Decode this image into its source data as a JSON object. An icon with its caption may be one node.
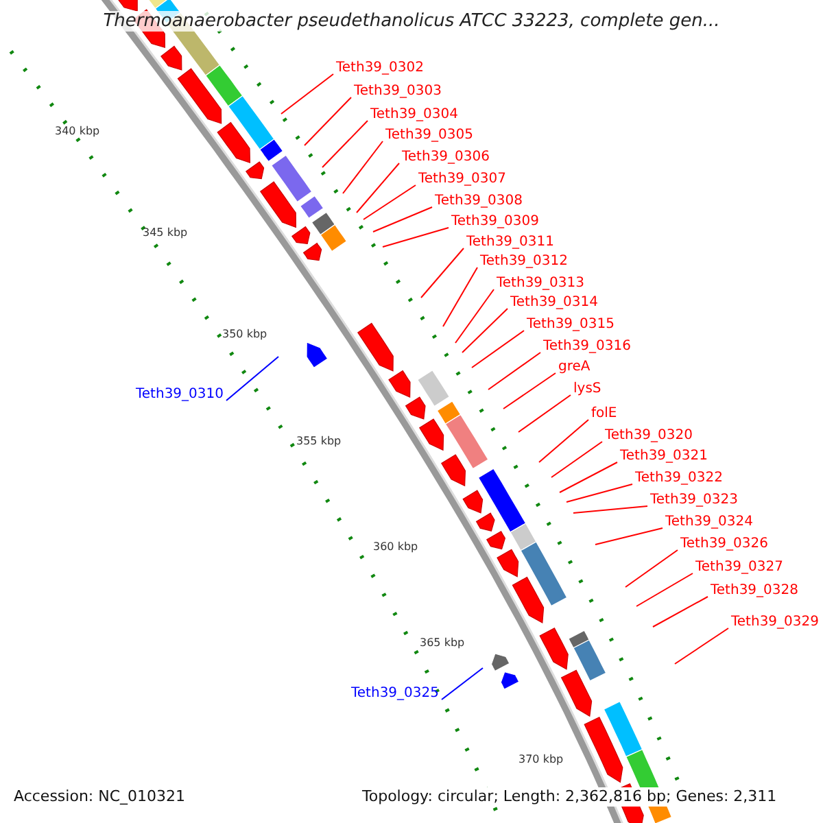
{
  "diagram": {
    "title": "Thermoanaerobacter pseudethanolicus ATCC 33223, complete gen...",
    "nodes": [
      {
        "text": [
          "Teth39_0302"
        ]
      },
      {
        "text": [
          "Teth39_0303"
        ]
      },
      {
        "text": [
          "Teth39_0304"
        ]
      },
      {
        "text": [
          "Teth39_0305"
        ]
      },
      {
        "text": [
          "Teth39_0306"
        ]
      },
      {
        "text": [
          "Teth39_0307"
        ]
      },
      {
        "text": [
          "Teth39_0308"
        ]
      },
      {
        "text": [
          "Teth39_0309"
        ]
      },
      {
        "text": [
          "Teth39_0311"
        ]
      },
      {
        "text": [
          "Teth39_0312"
        ]
      },
      {
        "text": [
          "Teth39_0313"
        ]
      },
      {
        "text": [
          "Teth39_0314"
        ]
      },
      {
        "text": [
          "Teth39_0315"
        ]
      },
      {
        "text": [
          "Teth39_0316"
        ]
      },
      {
        "text": [
          "greA"
        ]
      },
      {
        "text": [
          "lysS"
        ]
      },
      {
        "text": [
          "Teth39_0310"
        ]
      },
      {
        "text": [
          "folE"
        ]
      },
      {
        "text": [
          "Teth39_0320"
        ]
      },
      {
        "text": [
          "Teth39_0321"
        ]
      },
      {
        "text": [
          "Teth39_0322"
        ]
      },
      {
        "text": [
          "Teth39_0323"
        ]
      },
      {
        "text": [
          "Teth39_0324"
        ]
      },
      {
        "text": [
          "Teth39_0326"
        ]
      },
      {
        "text": [
          "Teth39_0327"
        ]
      },
      {
        "text": [
          "Teth39_0328"
        ]
      },
      {
        "text": [
          "Teth39_0329"
        ]
      },
      {
        "text": [
          "Teth39_0325"
        ]
      }
    ],
    "edges": [
      {
        "from": 0,
        "to": null,
        "arrow": "none"
      },
      {
        "from": 1,
        "to": null,
        "arrow": "none"
      },
      {
        "from": 2,
        "to": null,
        "arrow": "none"
      },
      {
        "from": 3,
        "to": null,
        "arrow": "none"
      },
      {
        "from": 4,
        "to": null,
        "arrow": "none"
      },
      {
        "from": 5,
        "to": null,
        "arrow": "none"
      },
      {
        "from": 6,
        "to": null,
        "arrow": "none"
      },
      {
        "from": 7,
        "to": null,
        "arrow": "none"
      },
      {
        "from": 8,
        "to": null,
        "arrow": "none"
      },
      {
        "from": 9,
        "to": null,
        "arrow": "none"
      },
      {
        "from": 10,
        "to": null,
        "arrow": "none"
      },
      {
        "from": 11,
        "to": null,
        "arrow": "none"
      },
      {
        "from": 12,
        "to": null,
        "arrow": "none"
      },
      {
        "from": 13,
        "to": null,
        "arrow": "none"
      },
      {
        "from": 14,
        "to": null,
        "arrow": "none"
      },
      {
        "from": 15,
        "to": null,
        "arrow": "none"
      },
      {
        "from": 16,
        "to": null,
        "arrow": "none",
        "color": "#0000ff"
      },
      {
        "from": 17,
        "to": null,
        "arrow": "none"
      },
      {
        "from": 18,
        "to": null,
        "arrow": "none"
      },
      {
        "from": 19,
        "to": null,
        "arrow": "none"
      },
      {
        "from": 20,
        "to": null,
        "arrow": "none"
      },
      {
        "from": 21,
        "to": null,
        "arrow": "none"
      },
      {
        "from": 22,
        "to": null,
        "arrow": "none"
      },
      {
        "from": 23,
        "to": null,
        "arrow": "none"
      },
      {
        "from": 24,
        "to": null,
        "arrow": "none"
      },
      {
        "from": 25,
        "to": null,
        "arrow": "none"
      },
      {
        "from": 26,
        "to": null,
        "arrow": "none"
      },
      {
        "from": 27,
        "to": null,
        "arrow": "none",
        "color": "#0000ff"
      }
    ],
    "labels": [
      "340 kbp",
      "345 kbp",
      "350 kbp",
      "355 kbp",
      "360 kbp",
      "365 kbp",
      "370 kbp",
      "Accession: NC_010321",
      "Topology: circular; Length: 2,362,816 bp; Genes: 2,311"
    ]
  }
}
